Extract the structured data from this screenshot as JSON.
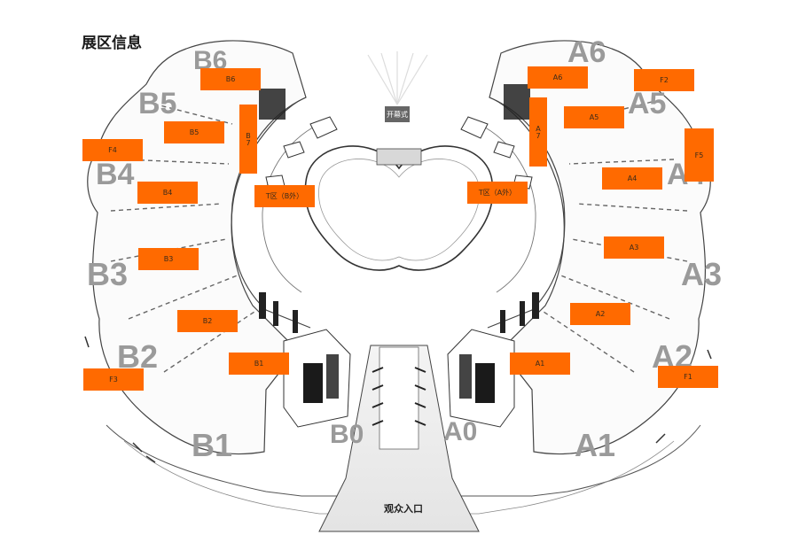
{
  "page": {
    "title": "展区信息"
  },
  "map": {
    "entrance_label": "观众入口",
    "stage_sign": "开幕式",
    "zone_markings": [
      "B6",
      "B5",
      "B4",
      "B3",
      "B2",
      "B1",
      "B0",
      "A0",
      "A1",
      "A2",
      "A3",
      "A4",
      "A5",
      "A6"
    ],
    "labels": {
      "B6": "B6",
      "B5": "B5",
      "B4": "B4",
      "B3": "B3",
      "B2": "B2",
      "B1": "B1",
      "B7": "B7",
      "A6": "A6",
      "A5": "A5",
      "A4": "A4",
      "A3": "A3",
      "A2": "A2",
      "A1": "A1",
      "A7": "A7",
      "F1": "F1",
      "F2": "F2",
      "F3": "F3",
      "F4": "F4",
      "F5": "F5",
      "T_B": "T区（B外）",
      "T_A": "T区（A外）"
    },
    "colors": {
      "label_fill": "#ff6a00",
      "floor_line": "#555555",
      "zone_text": "#9a9a9a"
    }
  }
}
